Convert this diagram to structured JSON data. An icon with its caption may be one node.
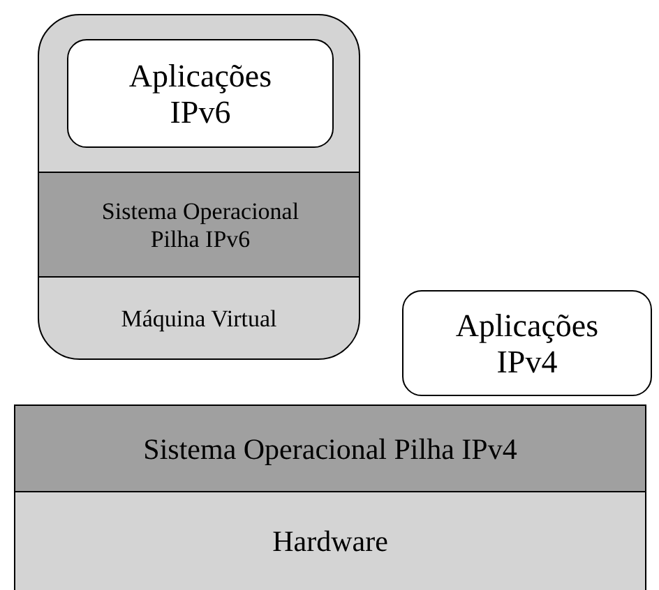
{
  "diagram": {
    "nodes": [
      {
        "text": [
          "Máquina Virtual"
        ]
      },
      {
        "text": [
          "Aplicações IPv6"
        ],
        "in": 0
      },
      {
        "text": [
          "Sistema Operacional Pilha IPv6"
        ],
        "in": 0
      },
      {
        "text": [
          "Aplicações IPv4"
        ]
      },
      {
        "text": [
          "Sistema Operacional Pilha IPv4"
        ]
      },
      {
        "text": [
          "Hardware"
        ]
      }
    ]
  }
}
